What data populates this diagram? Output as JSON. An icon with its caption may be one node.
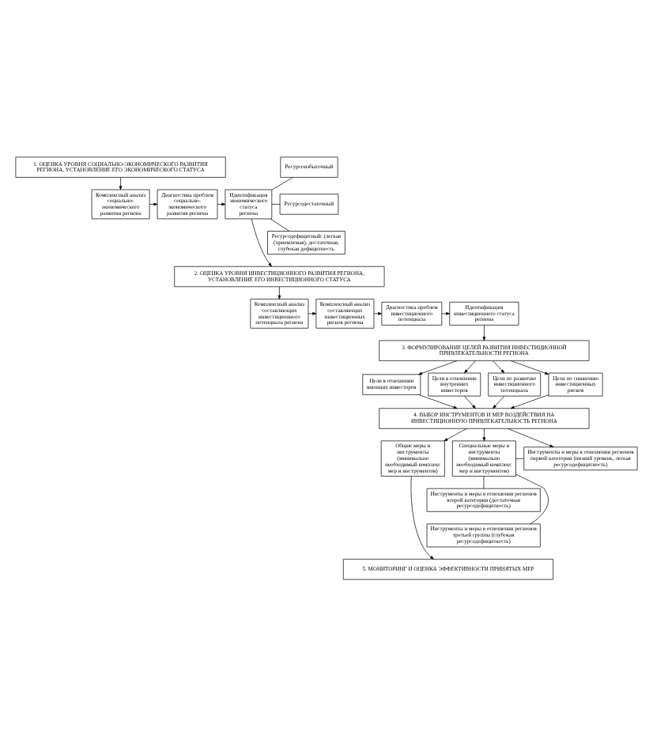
{
  "diagram": {
    "nodes": [
      {
        "text": [
          "1. ОЦЕНКА УРОВНЯ СОЦИАЛЬНО-ЭКОНОМИЧЕСКОГО РАЗВИТИЯ РЕГИОНА, УСТАНОВЛЕНИЕ ЕГО ЭКОНОМИЧЕСКОГО СТАТУСА"
        ]
      },
      {
        "text": [
          "Комплексный анализ социально-экономического развития региона"
        ]
      },
      {
        "text": [
          "Диагностика проблем социально-экономического развития региона"
        ]
      },
      {
        "text": [
          "Идентификация экономического статуса региона"
        ]
      },
      {
        "text": [
          "Ресурсоизбыточный"
        ]
      },
      {
        "text": [
          "Ресурсодостаточный"
        ]
      },
      {
        "text": [
          "Ресурсодефицитный: (легкая (приемлемая), достаточная, глубокая дефицитность"
        ]
      },
      {
        "text": [
          "2. ОЦЕНКА УРОВНЯ ИНВЕСТИЦИОННОГО РАЗВИТИЯ РЕГИОНА, УСТАНОВЛЕНИЕ ЕГО ИНВЕСТИЦИОННОГО СТАТУСА"
        ]
      },
      {
        "text": [
          "Комплексный анализ составляющих инвестиционного потенциала региона"
        ]
      },
      {
        "text": [
          "Комплексный анализ составляющих инвестиционных рисков региона"
        ]
      },
      {
        "text": [
          "Диагностика проблем инвестиционного потенциала"
        ]
      },
      {
        "text": [
          "Идентификация инвестиционного статуса региона"
        ]
      },
      {
        "text": [
          "3. ФОРМУЛИРОВАНИЕ ЦЕЛЕЙ РАЗВИТИЯ ИНВЕСТИЦИОННОЙ ПРИВЛЕКАТЕЛЬНОСТИ РЕГИОНА"
        ]
      },
      {
        "text": [
          "Цели в отношении внешних инвесторов"
        ]
      },
      {
        "text": [
          "Цели в отношении внутренних инвесторов"
        ]
      },
      {
        "text": [
          "Цели по развитию инвестиционного потенциала"
        ]
      },
      {
        "text": [
          "Цели по снижению инвестиционных рисков"
        ]
      },
      {
        "text": [
          "4. ВЫБОР ИНСТРУМЕНТОВ И МЕР ВОЗДЕЙСТВИЯ НА ИНВЕСТИЦИОННУЮ ПРИВЛЕКАТЕЛЬНОСТЬ РЕГИОНА"
        ]
      },
      {
        "text": [
          "Общие меры и инструменты (минимально необходимый комплекс мер и инструментов)"
        ]
      },
      {
        "text": [
          "Специальные меры и инструменты (минимально необходимый комплекс мер и инструментов)"
        ]
      },
      {
        "text": [
          "Инструменты и меры в отношении регионов первой категории (низкий уровень, легкая ресурсодефицитность)"
        ]
      },
      {
        "text": [
          "Инструменты и меры в отношении регионов второй категории (достаточная ресурсодефицитность)"
        ]
      },
      {
        "text": [
          "Инструменты и меры в отношении регионов третьей группы (глубокая ресурсодефицитность)"
        ]
      },
      {
        "text": [
          "5. МОНИТОРИНГ И ОЦЕНКА ЭФФЕКТИВНОСТИ ПРИНЯТЫХ МЕР"
        ]
      }
    ],
    "edges": [
      {
        "from": 0,
        "to": 1,
        "arrow": "to"
      },
      {
        "from": 1,
        "to": 2,
        "arrow": "to"
      },
      {
        "from": 2,
        "to": 3,
        "arrow": "to"
      },
      {
        "from": 3,
        "to": 4,
        "arrow": "none"
      },
      {
        "from": 3,
        "to": 5,
        "arrow": "none"
      },
      {
        "from": 3,
        "to": 6,
        "arrow": "none"
      },
      {
        "from": 3,
        "to": 7,
        "arrow": "to"
      },
      {
        "from": 7,
        "to": 8,
        "arrow": "to"
      },
      {
        "from": 8,
        "to": 9,
        "arrow": "to"
      },
      {
        "from": 9,
        "to": 10,
        "arrow": "to"
      },
      {
        "from": 10,
        "to": 11,
        "arrow": "to"
      },
      {
        "from": 11,
        "to": 12,
        "arrow": "to"
      },
      {
        "from": 12,
        "to": 13,
        "arrow": "to"
      },
      {
        "from": 12,
        "to": 14,
        "arrow": "to"
      },
      {
        "from": 12,
        "to": 15,
        "arrow": "to"
      },
      {
        "from": 12,
        "to": 16,
        "arrow": "to"
      },
      {
        "from": 13,
        "to": 17,
        "arrow": "to"
      },
      {
        "from": 14,
        "to": 17,
        "arrow": "to"
      },
      {
        "from": 15,
        "to": 17,
        "arrow": "to"
      },
      {
        "from": 16,
        "to": 17,
        "arrow": "to"
      },
      {
        "from": 17,
        "to": 18,
        "arrow": "to"
      },
      {
        "from": 17,
        "to": 19,
        "arrow": "to"
      },
      {
        "from": 17,
        "to": 20,
        "arrow": "to"
      },
      {
        "from": 19,
        "to": 20,
        "arrow": "none"
      },
      {
        "from": 19,
        "to": 21,
        "arrow": "none"
      },
      {
        "from": 19,
        "to": 22,
        "arrow": "none"
      },
      {
        "from": 18,
        "to": 23,
        "arrow": "to"
      }
    ]
  }
}
